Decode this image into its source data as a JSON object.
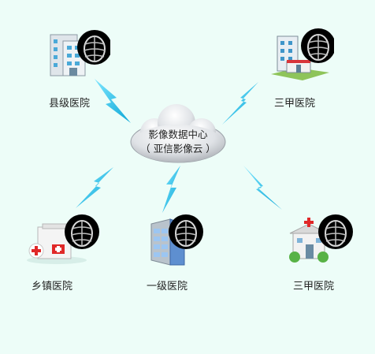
{
  "center": {
    "line1": "影像数据中心",
    "line2": "（ 亚信影像云 ）"
  },
  "nodes": [
    {
      "id": "county",
      "label": "县级医院",
      "building": "office"
    },
    {
      "id": "tertiary_top",
      "label": "三甲医院",
      "building": "hospital-tower"
    },
    {
      "id": "township",
      "label": "乡镇医院",
      "building": "clinic"
    },
    {
      "id": "primary",
      "label": "一级医院",
      "building": "glass-office"
    },
    {
      "id": "tertiary_bottom",
      "label": "三甲医院",
      "building": "small-hospital"
    }
  ],
  "colors": {
    "background": "#edfdf8",
    "bolt": "#1cc0ea",
    "cloud": "#c9ccd0",
    "xray": "#000000"
  }
}
